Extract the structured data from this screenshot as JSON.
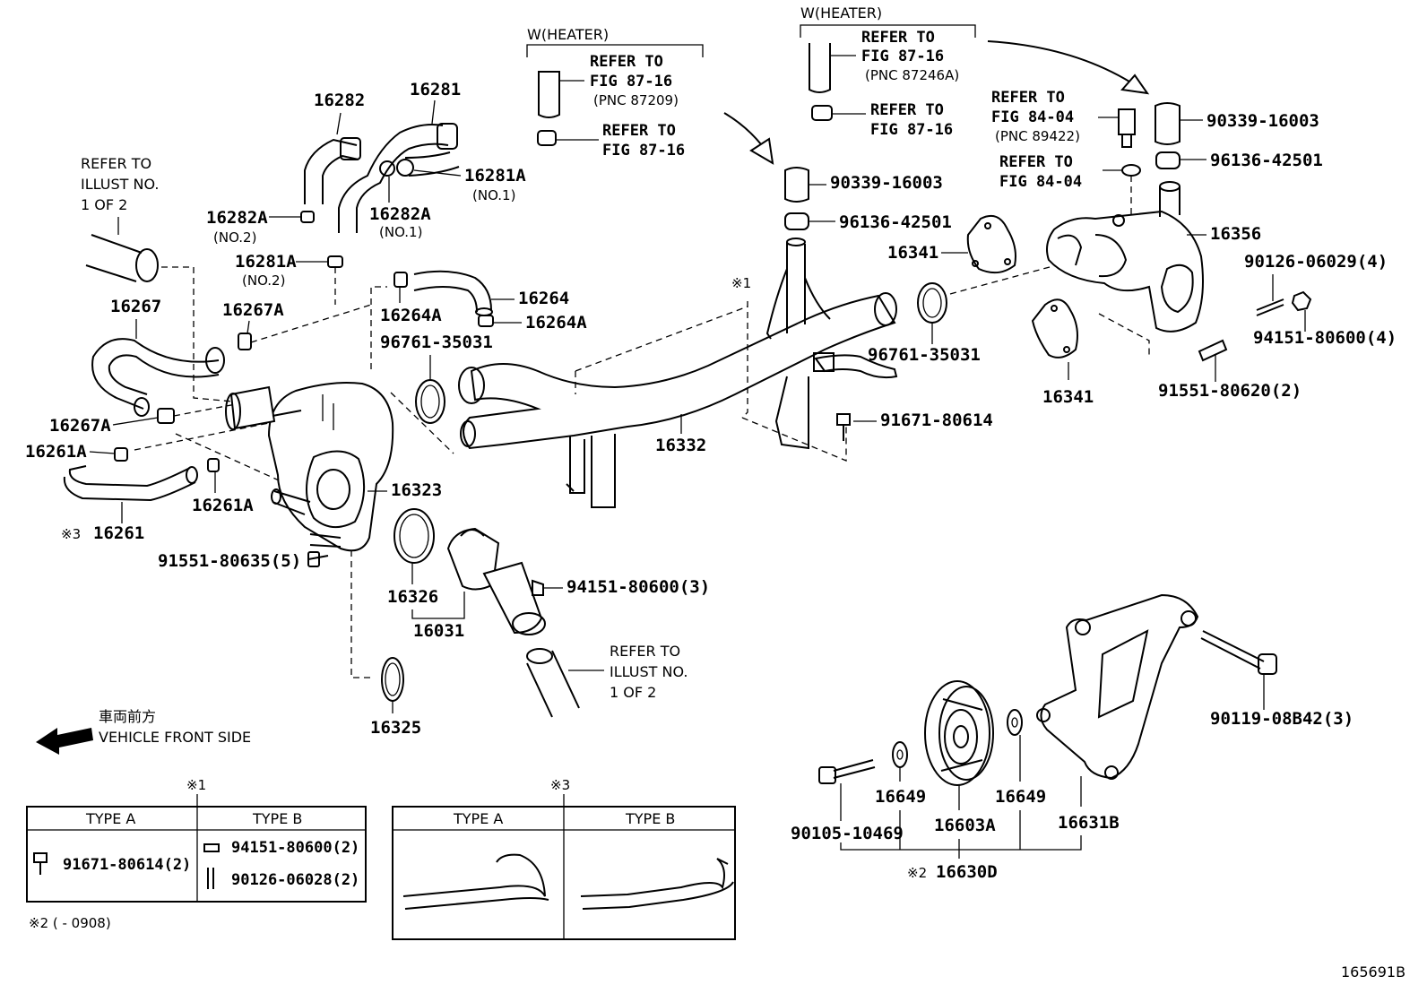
{
  "diagram_id": "165691B",
  "heater_left": {
    "header": "W(HEATER)",
    "refer1": [
      "REFER TO",
      "FIG 87-16",
      "(PNC 87209)"
    ],
    "refer2": [
      "REFER TO",
      "FIG 87-16"
    ]
  },
  "heater_right": {
    "header": "W(HEATER)",
    "refer1": [
      "REFER TO",
      "FIG 87-16",
      "(PNC 87246A)"
    ],
    "refer2": [
      "REFER TO",
      "FIG 87-16"
    ]
  },
  "sensor_refer": [
    "REFER TO",
    "FIG 84-04",
    "(PNC 89422)"
  ],
  "gasket_refer": [
    "REFER TO",
    "FIG 84-04"
  ],
  "illust_refer_top": [
    "REFER TO",
    "ILLUST NO.",
    "1 OF 2"
  ],
  "illust_refer_bottom": [
    "REFER TO",
    "ILLUST NO.",
    "1 OF 2"
  ],
  "parts": {
    "p16282": "16282",
    "p16281": "16281",
    "p16281A_no1": "16281A",
    "p16281A_no1_sub": "(NO.1)",
    "p16282A_no2": "16282A",
    "p16282A_no2_sub": "(NO.2)",
    "p16282A_no1": "16282A",
    "p16282A_no1_sub": "(NO.1)",
    "p16281A_no2": "16281A",
    "p16281A_no2_sub": "(NO.2)",
    "p16267": "16267",
    "p16267A_top": "16267A",
    "p16267A_bot": "16267A",
    "p16264": "16264",
    "p16264A_a": "16264A",
    "p16264A_b": "16264A",
    "p16261A_a": "16261A",
    "p16261A_b": "16261A",
    "p16261": "16261",
    "p16261_mark": "※3",
    "p96761_left": "96761-35031",
    "p96761_right": "96761-35031",
    "p16323": "16323",
    "p91551_80635": "91551-80635(5)",
    "p16326": "16326",
    "p16031": "16031",
    "p94151_3": "94151-80600(3)",
    "p16325": "16325",
    "p16332": "16332",
    "p91671": "91671-80614",
    "p90339_mid": "90339-16003",
    "p96136_mid": "96136-42501",
    "p90339_right": "90339-16003",
    "p96136_right": "96136-42501",
    "p16341_top": "16341",
    "p16341_bot": "16341",
    "p16356": "16356",
    "p90126_4": "90126-06029(4)",
    "p94151_4": "94151-80600(4)",
    "p91551_2": "91551-80620(2)",
    "p90119": "90119-08B42(3)",
    "p90105": "90105-10469",
    "p16649_a": "16649",
    "p16603A": "16603A",
    "p16649_b": "16649",
    "p16631B": "16631B",
    "p16630D": "16630D",
    "p16630D_mark": "※2",
    "mark_star1": "※1"
  },
  "front": {
    "jp": "車両前方",
    "en": "VEHICLE FRONT SIDE"
  },
  "table1": {
    "mark": "※1",
    "col_a": "TYPE A",
    "col_b": "TYPE B",
    "a_item": "91671-80614(2)",
    "b_item1": "94151-80600(2)",
    "b_item2": "90126-06028(2)"
  },
  "table3": {
    "mark": "※3",
    "col_a": "TYPE A",
    "col_b": "TYPE B"
  },
  "footnote": "※2 (      - 0908)"
}
